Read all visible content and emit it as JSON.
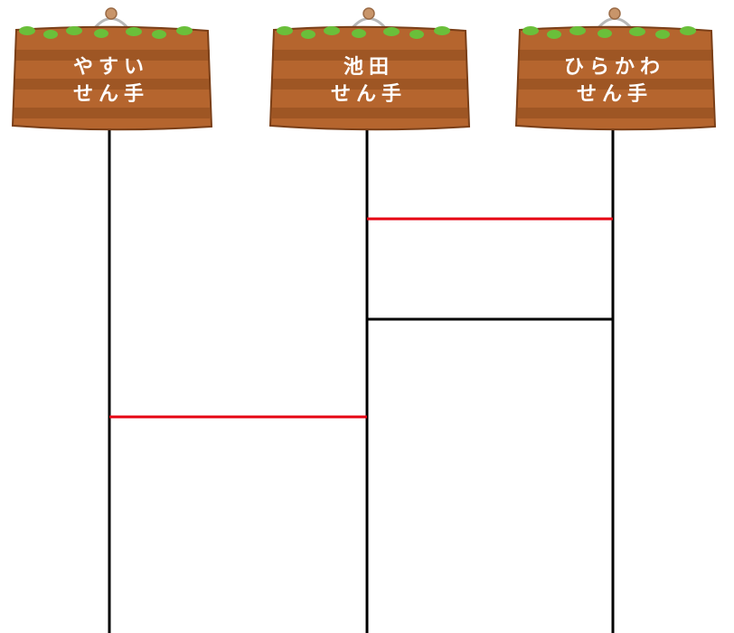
{
  "players": [
    {
      "line1": "やすい",
      "line2": "せん手"
    },
    {
      "line1": "池田",
      "line2": "せん手"
    },
    {
      "line1": "ひらかわ",
      "line2": "せん手"
    }
  ],
  "rungs": [
    {
      "from": 1,
      "to": 2,
      "color": "#e60012"
    },
    {
      "from": 1,
      "to": 2,
      "color": "#000000"
    },
    {
      "from": 0,
      "to": 1,
      "color": "#e60012"
    }
  ],
  "colors": {
    "vertical_line": "#000000",
    "sign_wood_light": "#b5652e",
    "sign_wood_dark": "#8a4a1e",
    "sign_leaf": "#6abf3a",
    "sign_hanger": "#c8956a"
  }
}
